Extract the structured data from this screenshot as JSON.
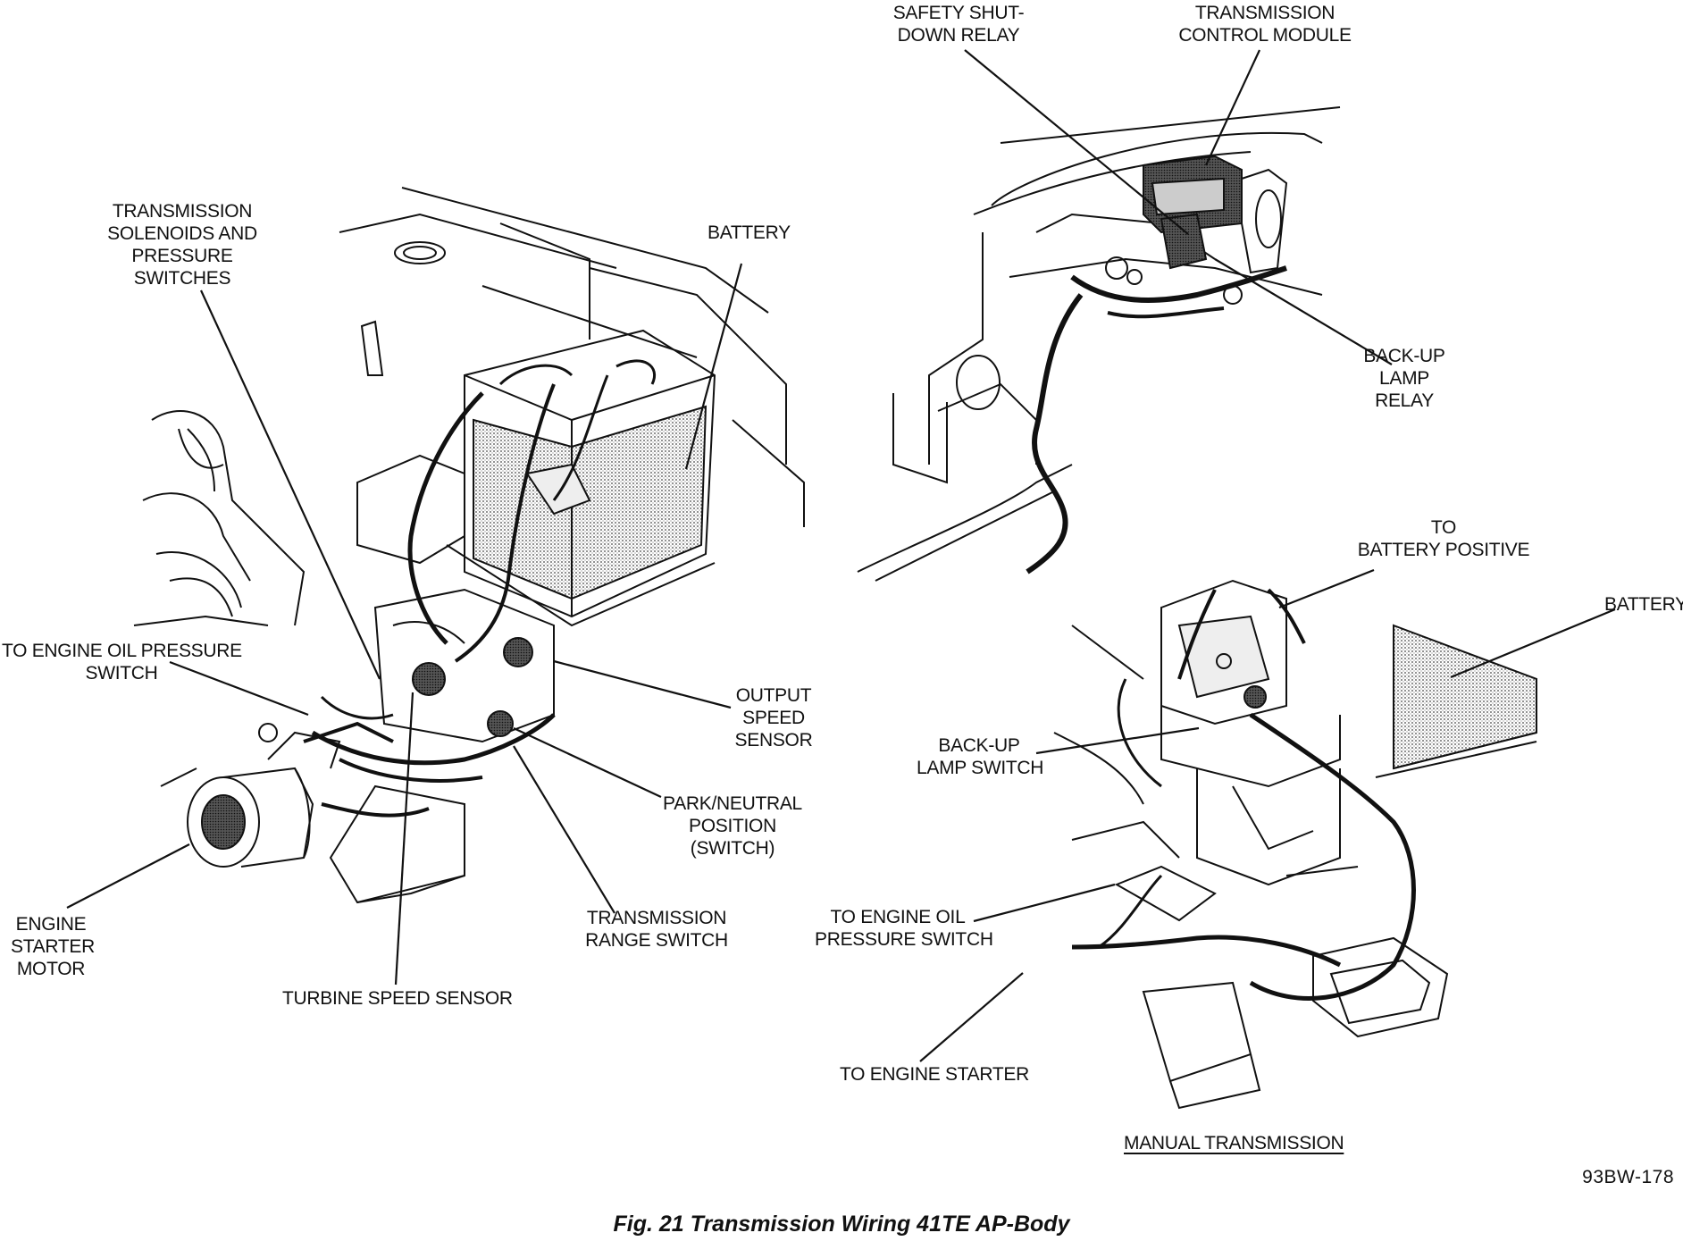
{
  "figure": {
    "caption": "Fig. 21 Transmission Wiring 41TE AP-Body",
    "code": "93BW-178",
    "section_title": "MANUAL TRANSMISSION"
  },
  "left_labels": {
    "solenoids": [
      "TRANSMISSION",
      "SOLENOIDS AND",
      "PRESSURE",
      "SWITCHES"
    ],
    "battery": "BATTERY",
    "oil_pressure": [
      "TO ENGINE OIL PRESSURE",
      "SWITCH"
    ],
    "output_speed": [
      "OUTPUT",
      "SPEED",
      "SENSOR"
    ],
    "park_neutral": [
      "PARK/NEUTRAL",
      "POSITION",
      "(SWITCH)"
    ],
    "range_switch": [
      "TRANSMISSION",
      "RANGE SWITCH"
    ],
    "starter_motor": [
      "ENGINE",
      "STARTER",
      "MOTOR"
    ],
    "turbine": "TURBINE SPEED SENSOR"
  },
  "right_labels": {
    "safety_relay": [
      "SAFETY SHUT-",
      "DOWN RELAY"
    ],
    "tcm": [
      "TRANSMISSION",
      "CONTROL MODULE"
    ],
    "backup_relay": [
      "BACK-UP",
      "LAMP",
      "RELAY"
    ],
    "battery_positive": [
      "TO",
      "BATTERY POSITIVE"
    ],
    "battery": "BATTERY",
    "backup_switch": [
      "BACK-UP",
      "LAMP SWITCH"
    ],
    "oil_pressure": [
      "TO ENGINE OIL",
      "PRESSURE SWITCH"
    ],
    "starter": "TO ENGINE STARTER"
  }
}
